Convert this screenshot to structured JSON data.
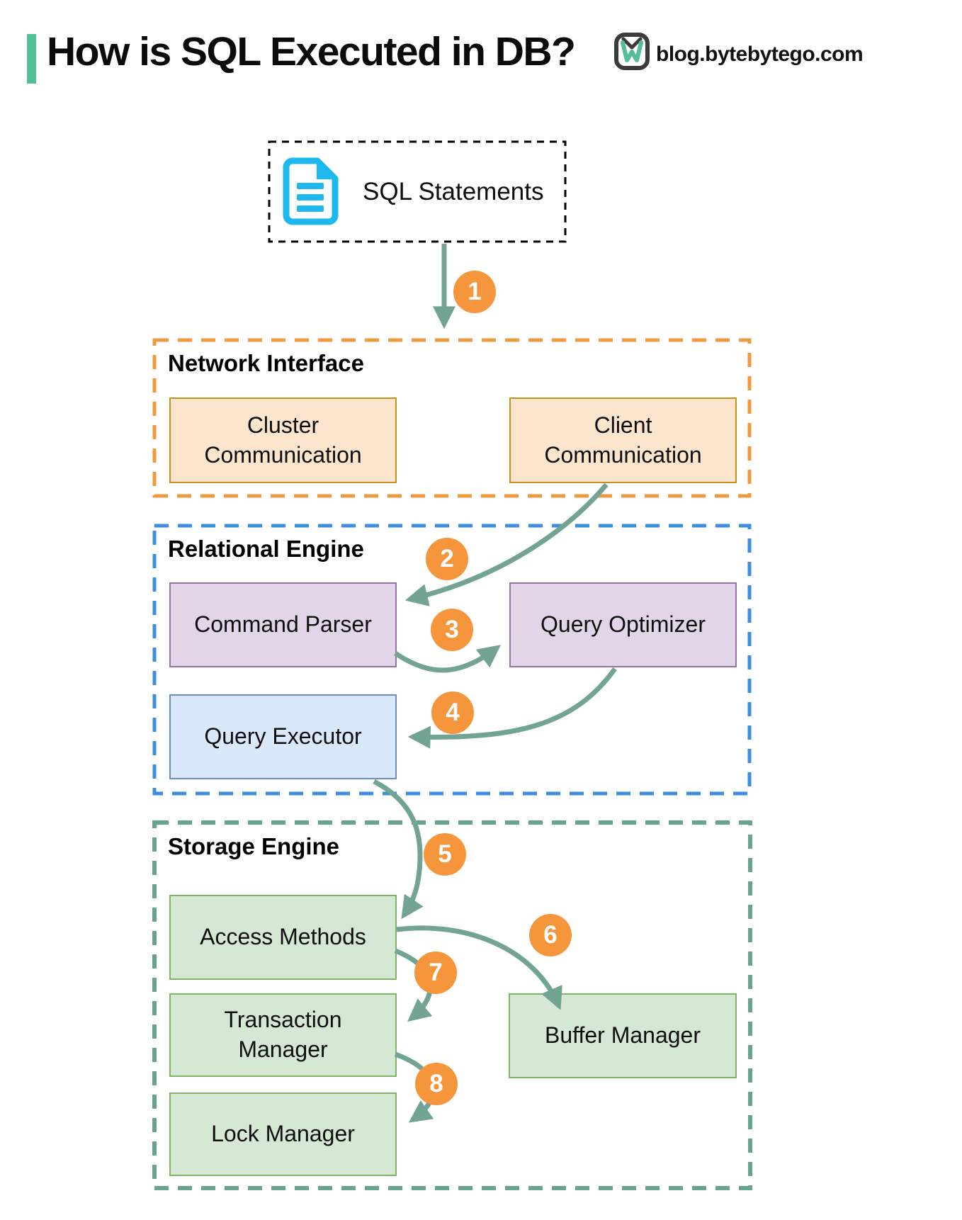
{
  "header": {
    "title": "How is SQL Executed in DB?",
    "site": "blog.bytebytego.com"
  },
  "source": {
    "label": "SQL Statements",
    "icon": "document-icon",
    "icon_color": "#1FB9EE"
  },
  "sections": {
    "network": {
      "title": "Network Interface",
      "border_color": "#EF9A3F",
      "boxes": {
        "cluster": {
          "label": "Cluster\nCommunication"
        },
        "client": {
          "label": "Client\nCommunication"
        }
      },
      "box_fill": "#FCE5CD",
      "box_stroke": "#C79018"
    },
    "relational": {
      "title": "Relational Engine",
      "border_color": "#3E8EDD",
      "boxes": {
        "parser": {
          "label": "Command Parser"
        },
        "optimizer": {
          "label": "Query Optimizer"
        },
        "executor": {
          "label": "Query Executor"
        }
      },
      "purple_fill": "#E1D5E7",
      "purple_stroke": "#9673A6",
      "blue_fill": "#DAE8FC",
      "blue_stroke": "#6C8EBF"
    },
    "storage": {
      "title": "Storage Engine",
      "border_color": "#67A391",
      "boxes": {
        "access": {
          "label": "Access Methods"
        },
        "transaction": {
          "label": "Transaction\nManager"
        },
        "lock": {
          "label": "Lock Manager"
        },
        "buffer": {
          "label": "Buffer Manager"
        }
      },
      "box_fill": "#D5E8D4",
      "box_stroke": "#82B366"
    }
  },
  "steps": [
    "1",
    "2",
    "3",
    "4",
    "5",
    "6",
    "7",
    "8"
  ],
  "colors": {
    "accent_green": "#54BE96",
    "arrow": "#73A493",
    "step_badge": "#F5963C"
  }
}
